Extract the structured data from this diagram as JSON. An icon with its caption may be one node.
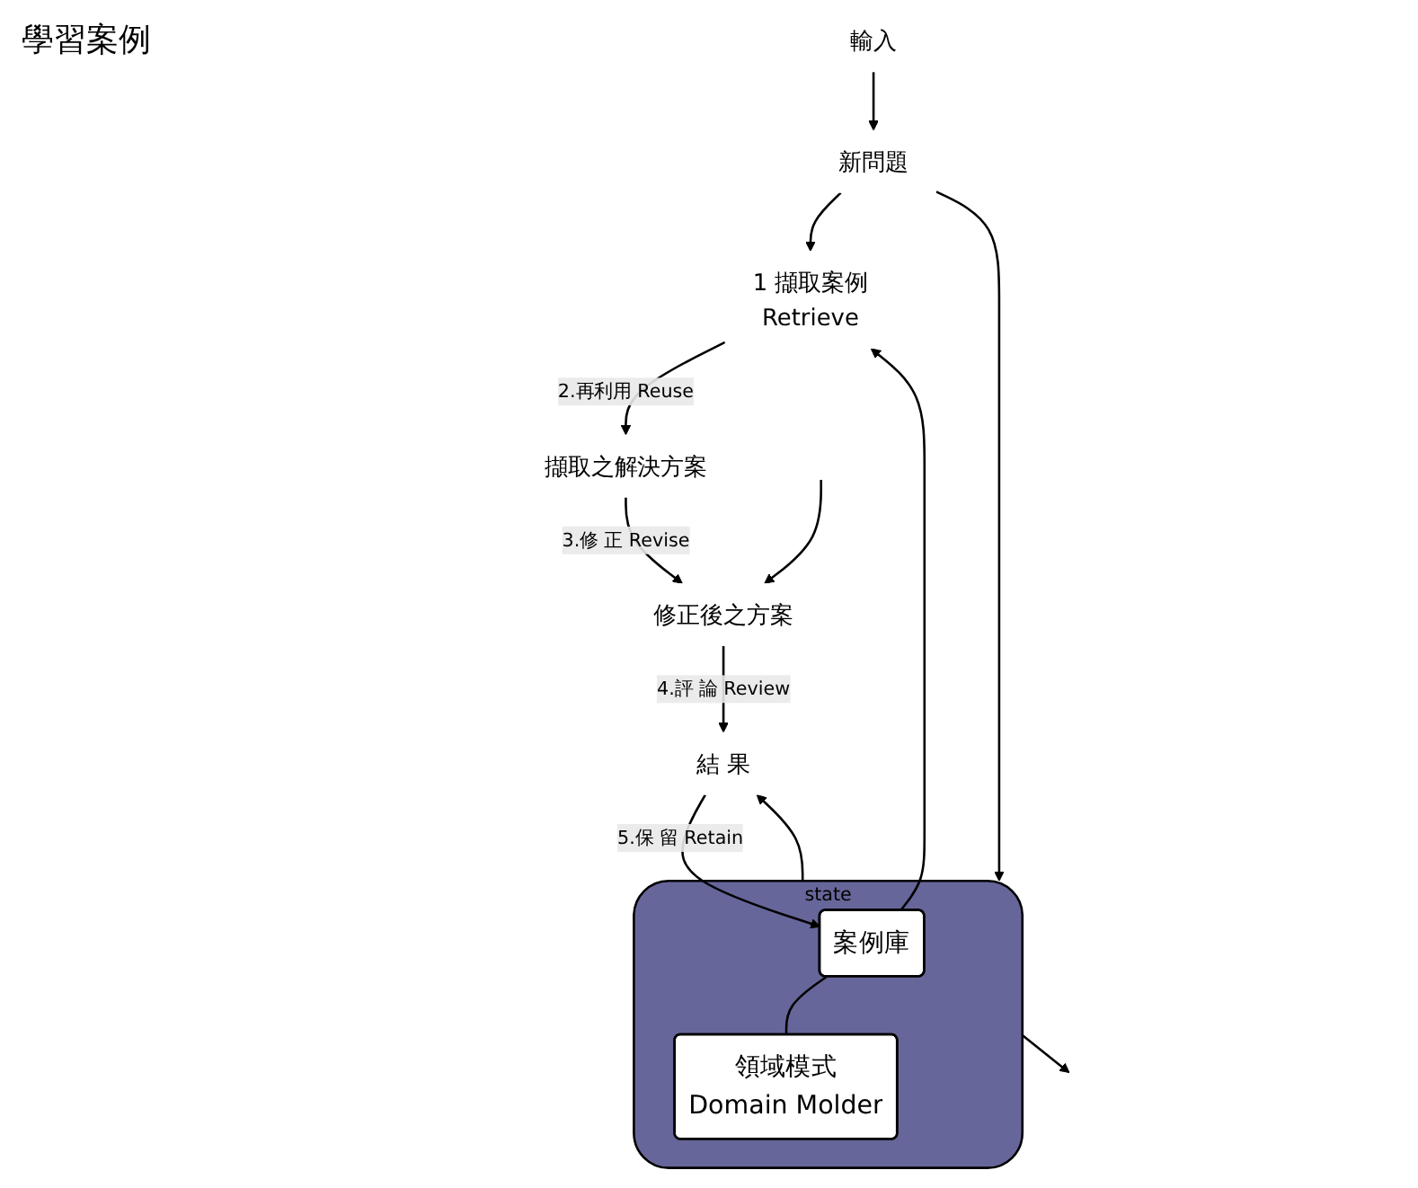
{
  "diagram": {
    "nodes": [
      {
        "text": [
          "輸入"
        ]
      },
      {
        "text": [
          "新問題"
        ]
      },
      {
        "text": [
          "state"
        ]
      },
      {
        "text": [
          "案例庫"
        ],
        "in": 2
      },
      {
        "text": [
          "領域模式",
          "Domain Molder"
        ],
        "in": 2
      },
      {
        "text": [
          "1 擷取案例",
          "Retrieve"
        ]
      },
      {
        "text": [
          "擷取之解決方案"
        ]
      },
      {
        "text": [
          "修正後之方案"
        ]
      },
      {
        "text": [
          "結 果"
        ]
      }
    ],
    "edges": [
      {
        "from": 0,
        "to": 1,
        "arrow": "to"
      },
      {
        "from": 1,
        "to": 2,
        "arrow": "to"
      },
      {
        "from": 1,
        "to": 5,
        "arrow": "to"
      },
      {
        "from": 3,
        "to": 5,
        "arrow": "to"
      },
      {
        "from": 3,
        "to": 4,
        "arrow": "none"
      },
      {
        "from": 2,
        "to": 8,
        "arrow": "to"
      },
      {
        "from": 2,
        "to": null,
        "arrow": "to"
      },
      {
        "from": 5,
        "to": 6,
        "label": "2.再利用 Reuse",
        "arrow": "to"
      },
      {
        "from": 6,
        "to": 7,
        "label": "3.修 正 Revise",
        "arrow": "to"
      },
      {
        "from": null,
        "to": 7,
        "arrow": "to"
      },
      {
        "from": 7,
        "to": 8,
        "label": "4.評 論 Review",
        "arrow": "to"
      },
      {
        "from": 8,
        "to": 3,
        "label": "5.保 留 Retain",
        "arrow": "to"
      }
    ],
    "labels": [
      "學習案例"
    ]
  }
}
